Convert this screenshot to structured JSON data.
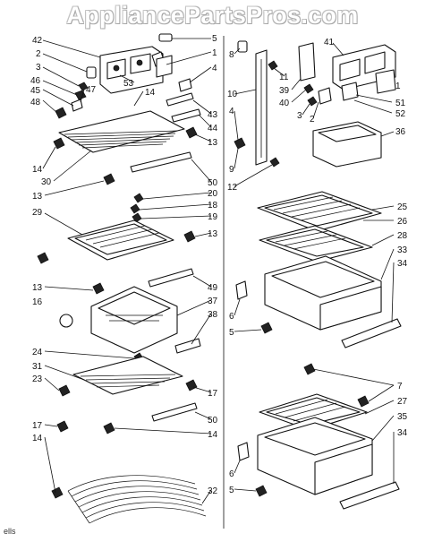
{
  "watermark": "AppliancePartsPros.com",
  "corner_mark": "ells",
  "callouts": {
    "l42": "42",
    "l2": "2",
    "l3": "3",
    "l46": "46",
    "l45": "45",
    "l48": "48",
    "l47": "47",
    "l53": "53",
    "l14a": "14",
    "l5a": "5",
    "l1": "1",
    "l4": "4",
    "l43": "43",
    "l44": "44",
    "l13a": "13",
    "l14b": "14",
    "l30": "30",
    "l13b": "13",
    "l50a": "50",
    "l20": "20",
    "l18": "18",
    "l19": "19",
    "l29": "29",
    "l13c": "13",
    "l13d": "13",
    "l49": "49",
    "l16": "16",
    "l37": "37",
    "l38": "38",
    "l24": "24",
    "l31": "31",
    "l23": "23",
    "l17a": "17",
    "l17b": "17",
    "l50b": "50",
    "l14c": "14",
    "l14d": "14",
    "l32": "32",
    "r8": "8",
    "r10": "10",
    "r4": "4",
    "r9": "9",
    "r12": "12",
    "r11": "11",
    "r39": "39",
    "r40": "40",
    "r3": "3",
    "r2": "2",
    "r41": "41",
    "r1": "1",
    "r51": "51",
    "r52": "52",
    "r36": "36",
    "r25": "25",
    "r26": "26",
    "r28": "28",
    "r33": "33",
    "r34a": "34",
    "r6a": "6",
    "r5a": "5",
    "r7": "7",
    "r27": "27",
    "r35": "35",
    "r34b": "34",
    "r6b": "6",
    "r5b": "5"
  }
}
